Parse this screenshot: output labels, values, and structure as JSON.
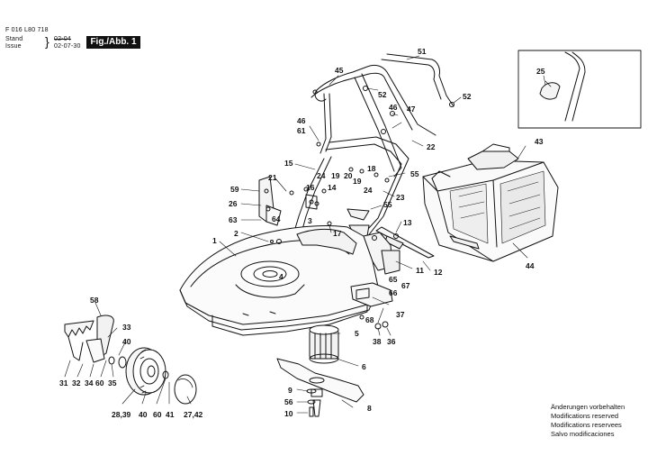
{
  "header": {
    "doc_number": "F 016 L80 718",
    "stand_label": "Stand",
    "stand_value": "02-04",
    "issue_label": "Issue",
    "issue_value": "02-07-30",
    "figure_label": "Fig./Abb. 1"
  },
  "notes": [
    "Änderungen vorbehalten",
    "Modifications reserved",
    "Modifications reservees",
    "Salvo modificaciones"
  ],
  "callouts": [
    {
      "id": "c51",
      "label": "51"
    },
    {
      "id": "c45",
      "label": "45"
    },
    {
      "id": "c52a",
      "label": "52"
    },
    {
      "id": "c52b",
      "label": "52"
    },
    {
      "id": "c46a",
      "label": "46"
    },
    {
      "id": "c61",
      "label": "61"
    },
    {
      "id": "c46b",
      "label": "46"
    },
    {
      "id": "c47",
      "label": "47"
    },
    {
      "id": "c22",
      "label": "22"
    },
    {
      "id": "c15",
      "label": "15"
    },
    {
      "id": "c24a",
      "label": "24"
    },
    {
      "id": "c19a",
      "label": "19"
    },
    {
      "id": "c20",
      "label": "20"
    },
    {
      "id": "c18",
      "label": "18"
    },
    {
      "id": "c19b",
      "label": "19"
    },
    {
      "id": "c24b",
      "label": "24"
    },
    {
      "id": "c55a",
      "label": "55"
    },
    {
      "id": "c23",
      "label": "23"
    },
    {
      "id": "c21",
      "label": "21"
    },
    {
      "id": "c59",
      "label": "59"
    },
    {
      "id": "c16",
      "label": "16"
    },
    {
      "id": "c14",
      "label": "14"
    },
    {
      "id": "c26",
      "label": "26"
    },
    {
      "id": "c55b",
      "label": "55"
    },
    {
      "id": "c63",
      "label": "63"
    },
    {
      "id": "c64",
      "label": "64"
    },
    {
      "id": "c3",
      "label": "3"
    },
    {
      "id": "c17",
      "label": "17"
    },
    {
      "id": "c13",
      "label": "13"
    },
    {
      "id": "c2",
      "label": "2"
    },
    {
      "id": "c1",
      "label": "1"
    },
    {
      "id": "c4",
      "label": "4"
    },
    {
      "id": "c11",
      "label": "11"
    },
    {
      "id": "c12",
      "label": "12"
    },
    {
      "id": "c43",
      "label": "43"
    },
    {
      "id": "c44",
      "label": "44"
    },
    {
      "id": "c25",
      "label": "25"
    },
    {
      "id": "c58",
      "label": "58"
    },
    {
      "id": "c33",
      "label": "33"
    },
    {
      "id": "c40a",
      "label": "40"
    },
    {
      "id": "c65",
      "label": "65"
    },
    {
      "id": "c67",
      "label": "67"
    },
    {
      "id": "c66",
      "label": "66"
    },
    {
      "id": "c68",
      "label": "68"
    },
    {
      "id": "c37",
      "label": "37"
    },
    {
      "id": "c38",
      "label": "38"
    },
    {
      "id": "c36",
      "label": "36"
    },
    {
      "id": "c5",
      "label": "5"
    },
    {
      "id": "c6",
      "label": "6"
    },
    {
      "id": "c31",
      "label": "31"
    },
    {
      "id": "c32",
      "label": "32"
    },
    {
      "id": "c34",
      "label": "34"
    },
    {
      "id": "c60a",
      "label": "60"
    },
    {
      "id": "c35",
      "label": "35"
    },
    {
      "id": "c9",
      "label": "9"
    },
    {
      "id": "c56",
      "label": "56"
    },
    {
      "id": "c8",
      "label": "8"
    },
    {
      "id": "c10",
      "label": "10"
    },
    {
      "id": "c2839",
      "label": "28,39"
    },
    {
      "id": "c40b",
      "label": "40"
    },
    {
      "id": "c60b",
      "label": "60"
    },
    {
      "id": "c41",
      "label": "41"
    },
    {
      "id": "c2742",
      "label": "27,42"
    }
  ],
  "parts": [
    "lawnmower-deck",
    "handle-upper",
    "handle-lower",
    "cable-bar",
    "grass-catcher",
    "grass-catcher-handle",
    "wheel",
    "hub-cap",
    "rear-flap",
    "motor",
    "blade",
    "height-adjust-lever",
    "axle-rod"
  ]
}
